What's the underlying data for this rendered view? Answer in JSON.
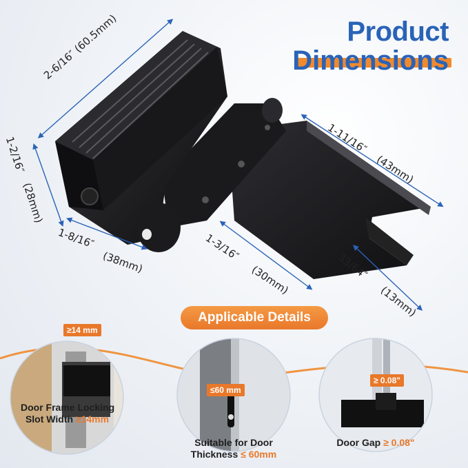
{
  "header": {
    "title_line1": "Product",
    "title_line2": "Dimensions"
  },
  "dimensions": {
    "length": "2-6/16″ (60.5mm)",
    "height_in": "1-2/16″",
    "height_mm": "(28mm)",
    "width_in": "1-8/16″",
    "width_mm": "(38mm)",
    "plate_length_in": "1-11/16″",
    "plate_length_mm": "(43mm)",
    "plate_width_in": "1-3/16″",
    "plate_width_mm": "(30mm)",
    "tab_in": "33/64″",
    "tab_mm": "(13mm)"
  },
  "details": {
    "heading": "Applicable Details",
    "slot": {
      "tag": "≥14 mm",
      "caption_line1": "Door Frame Locking",
      "caption_line2_prefix": "Slot Width ",
      "caption_line2_value": "≥14mm"
    },
    "thickness": {
      "tag": "≤60 mm",
      "caption_line1": "Suitable for Door",
      "caption_line2_prefix": "Thickness ",
      "caption_line2_value": "≤ 60mm"
    },
    "gap": {
      "tag": "≥ 0.08\"",
      "caption_prefix": "Door Gap ",
      "caption_value": "≥ 0.08\""
    }
  },
  "colors": {
    "title_blue": "#2a63b8",
    "accent_orange": "#e9782a",
    "dimension_line": "#2a63b8"
  }
}
